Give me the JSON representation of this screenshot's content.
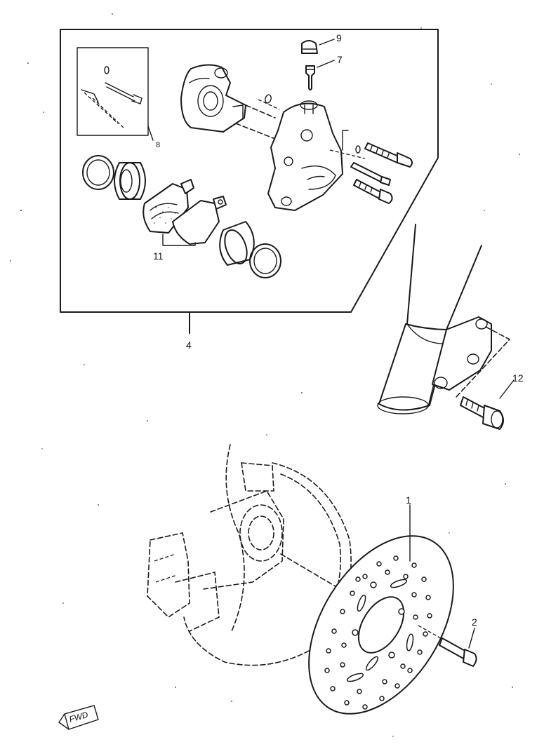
{
  "callouts": {
    "c1": "1",
    "c2": "2",
    "c4": "4",
    "c7": "7",
    "c8": "8",
    "c9": "9",
    "c11": "11",
    "c12": "12"
  },
  "fwd_badge": "FWD",
  "colors": {
    "ink": "#1a1a1a",
    "paper": "#ffffff"
  }
}
